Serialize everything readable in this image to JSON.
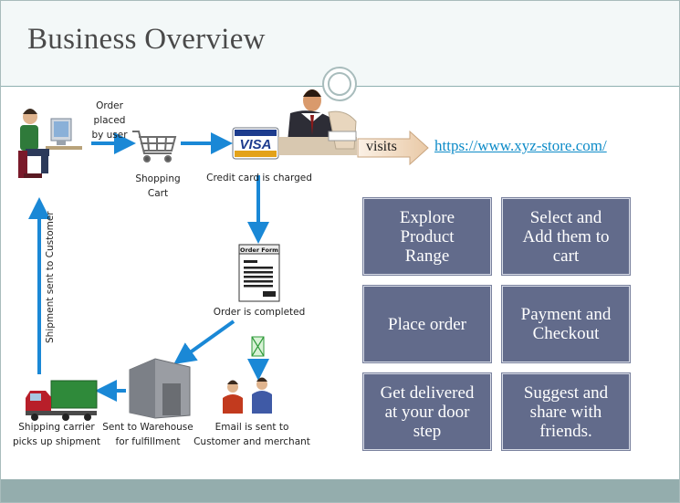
{
  "slide": {
    "title": "Business Overview",
    "visits": "visits",
    "url": "https://www.xyz-store.com/"
  },
  "flow": {
    "order_placed": [
      "Order",
      "placed",
      "by user"
    ],
    "shopping_cart": [
      "Shopping",
      "Cart"
    ],
    "credit_card": "Credit card is charged",
    "card_brand": "VISA",
    "order_form_header": "Order Form",
    "order_completed": "Order is completed",
    "email_sent": [
      "Email is sent to",
      "Customer and merchant"
    ],
    "warehouse": [
      "Sent to Warehouse",
      "for fulfillment"
    ],
    "shipping": [
      "Shipping carrier",
      "picks up shipment"
    ],
    "shipment_sent": "Shipment sent to Customer"
  },
  "steps": [
    {
      "label": [
        "Explore",
        "Product",
        "Range"
      ]
    },
    {
      "label": [
        "Select and",
        "Add them to",
        "cart"
      ]
    },
    {
      "label": [
        "Place order"
      ]
    },
    {
      "label": [
        "Payment and",
        "Checkout"
      ]
    },
    {
      "label": [
        "Get delivered",
        "at your door",
        "step"
      ]
    },
    {
      "label": [
        "Suggest and",
        "share with",
        "friends."
      ]
    }
  ],
  "colors": {
    "step_box": "#626b8b",
    "flow_arrow": "#1a88d6",
    "link": "#0d8bc8",
    "footer": "#94adad"
  }
}
